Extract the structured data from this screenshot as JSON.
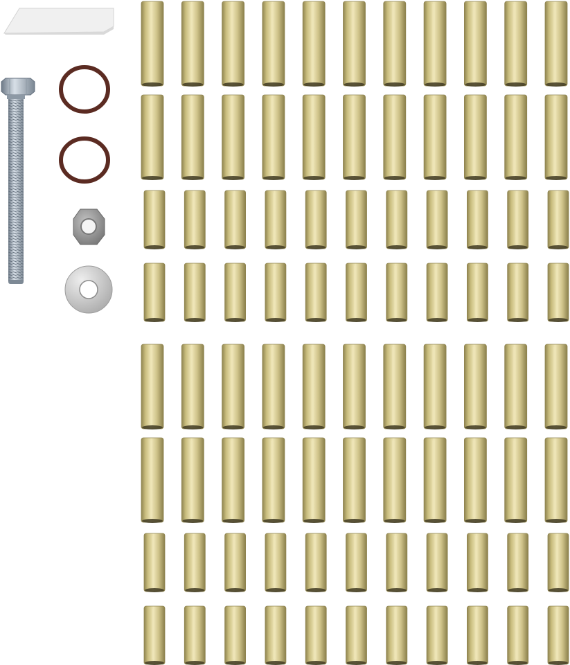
{
  "kit": {
    "accessories": [
      {
        "name": "ptfe-wedge",
        "type": "wedge",
        "color": "#f1f1f1"
      },
      {
        "name": "hex-bolt",
        "type": "bolt",
        "color": "#9aa6b3"
      },
      {
        "name": "o-ring",
        "type": "o-ring",
        "color": "#5b2b22"
      },
      {
        "name": "o-ring",
        "type": "o-ring",
        "color": "#5b2b22"
      },
      {
        "name": "hex-nut",
        "type": "nut",
        "color": "#8f8f8f"
      },
      {
        "name": "flat-washer",
        "type": "washer",
        "color": "#c8c8c8"
      }
    ],
    "sleeves": {
      "color": "#c9bd7e",
      "highlight": "#efe6b8",
      "shadow": "#8f8450",
      "columns": 11,
      "groups": [
        {
          "name": "group-1",
          "rows": [
            {
              "length": "long"
            },
            {
              "length": "long"
            },
            {
              "length": "short"
            },
            {
              "length": "short"
            }
          ]
        },
        {
          "name": "group-2",
          "rows": [
            {
              "length": "long"
            },
            {
              "length": "long"
            },
            {
              "length": "short"
            },
            {
              "length": "short"
            }
          ]
        }
      ]
    }
  }
}
